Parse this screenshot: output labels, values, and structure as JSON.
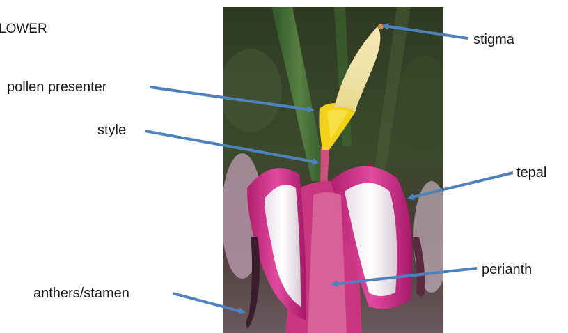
{
  "diagram": {
    "heading": "LOWER",
    "labels": {
      "stigma": "stigma",
      "pollen_presenter": "pollen presenter",
      "style": "style",
      "tepal": "tepal",
      "perianth": "perianth",
      "anthers_stamen": "anthers/stamen"
    },
    "arrow_color": "#4f81bd"
  }
}
